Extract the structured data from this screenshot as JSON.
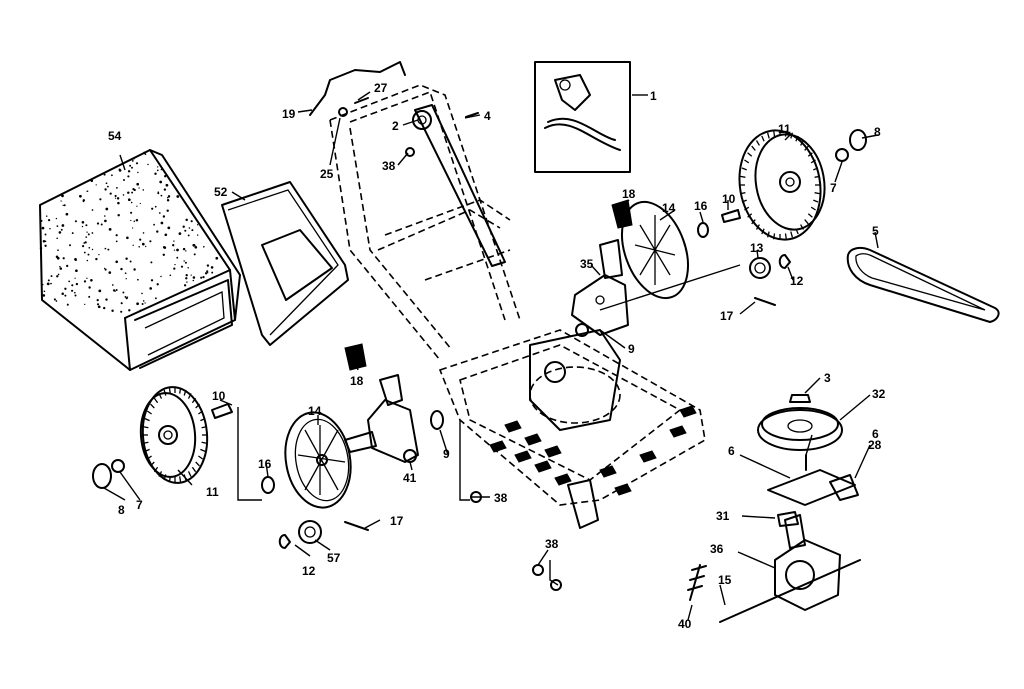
{
  "callouts": [
    {
      "id": "c1",
      "text": "1"
    },
    {
      "id": "c2",
      "text": "2"
    },
    {
      "id": "c3",
      "text": "3"
    },
    {
      "id": "c4",
      "text": "4"
    },
    {
      "id": "c5",
      "text": "5"
    },
    {
      "id": "c6a",
      "text": "6"
    },
    {
      "id": "c6b",
      "text": "6"
    },
    {
      "id": "c7a",
      "text": "7"
    },
    {
      "id": "c7b",
      "text": "7"
    },
    {
      "id": "c8a",
      "text": "8"
    },
    {
      "id": "c8b",
      "text": "8"
    },
    {
      "id": "c9a",
      "text": "9"
    },
    {
      "id": "c9b",
      "text": "9"
    },
    {
      "id": "c10a",
      "text": "10"
    },
    {
      "id": "c10b",
      "text": "10"
    },
    {
      "id": "c11a",
      "text": "11"
    },
    {
      "id": "c11b",
      "text": "11"
    },
    {
      "id": "c12a",
      "text": "12"
    },
    {
      "id": "c12b",
      "text": "12"
    },
    {
      "id": "c13",
      "text": "13"
    },
    {
      "id": "c14a",
      "text": "14"
    },
    {
      "id": "c14b",
      "text": "14"
    },
    {
      "id": "c15",
      "text": "15"
    },
    {
      "id": "c16a",
      "text": "16"
    },
    {
      "id": "c16b",
      "text": "16"
    },
    {
      "id": "c17a",
      "text": "17"
    },
    {
      "id": "c17b",
      "text": "17"
    },
    {
      "id": "c18a",
      "text": "18"
    },
    {
      "id": "c18b",
      "text": "18"
    },
    {
      "id": "c19",
      "text": "19"
    },
    {
      "id": "c25",
      "text": "25"
    },
    {
      "id": "c27",
      "text": "27"
    },
    {
      "id": "c28",
      "text": "28"
    },
    {
      "id": "c31",
      "text": "31"
    },
    {
      "id": "c32",
      "text": "32"
    },
    {
      "id": "c35",
      "text": "35"
    },
    {
      "id": "c36",
      "text": "36"
    },
    {
      "id": "c38a",
      "text": "38"
    },
    {
      "id": "c38b",
      "text": "38"
    },
    {
      "id": "c38c",
      "text": "38"
    },
    {
      "id": "c40",
      "text": "40"
    },
    {
      "id": "c41",
      "text": "41"
    },
    {
      "id": "c52",
      "text": "52"
    },
    {
      "id": "c54",
      "text": "54"
    },
    {
      "id": "c57",
      "text": "57"
    }
  ]
}
